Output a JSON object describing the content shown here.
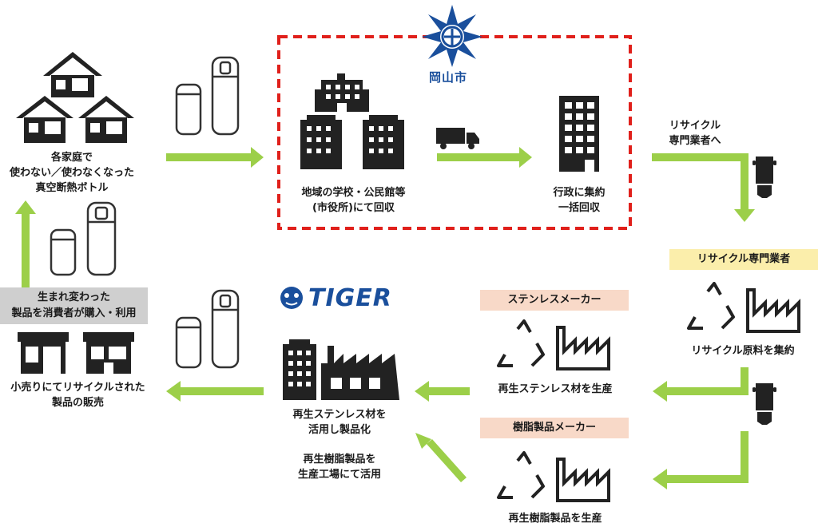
{
  "households": {
    "line1": "各家庭で",
    "line2": "使わない／使わなくなった",
    "line3": "真空断熱ボトル"
  },
  "city": {
    "name": "岡山市"
  },
  "schools": {
    "line1": "地域の学校・公民館等",
    "line2": "(市役所)にて回収"
  },
  "admin": {
    "line1": "行政に集約",
    "line2": "一括回収"
  },
  "to_recycler": {
    "line1": "リサイクル",
    "line2": "専門業者へ"
  },
  "recycler": {
    "title": "リサイクル専門業者",
    "caption": "リサイクル原料を集約"
  },
  "stainless": {
    "title": "ステンレスメーカー",
    "caption": "再生ステンレス材を生産"
  },
  "resin": {
    "title": "樹脂製品メーカー",
    "caption": "再生樹脂製品を生産"
  },
  "tiger": {
    "logo": "TIGER",
    "line1": "再生ステンレス材を",
    "line2": "活用し製品化",
    "line3": "再生樹脂製品を",
    "line4": "生産工場にて活用"
  },
  "reborn": {
    "line1": "生まれ変わった",
    "line2": "製品を消費者が購入・利用"
  },
  "retail": {
    "line1": "小売りにてリサイクルされた",
    "line2": "製品の販売"
  },
  "colors": {
    "arrow": "#9ccf49",
    "dashed": "#e0201b",
    "recycler_bg": "#fbeeab",
    "maker_bg": "#f8d9c8",
    "reborn_bg": "#cfcfcf",
    "logo_blue": "#1a4f9c"
  }
}
